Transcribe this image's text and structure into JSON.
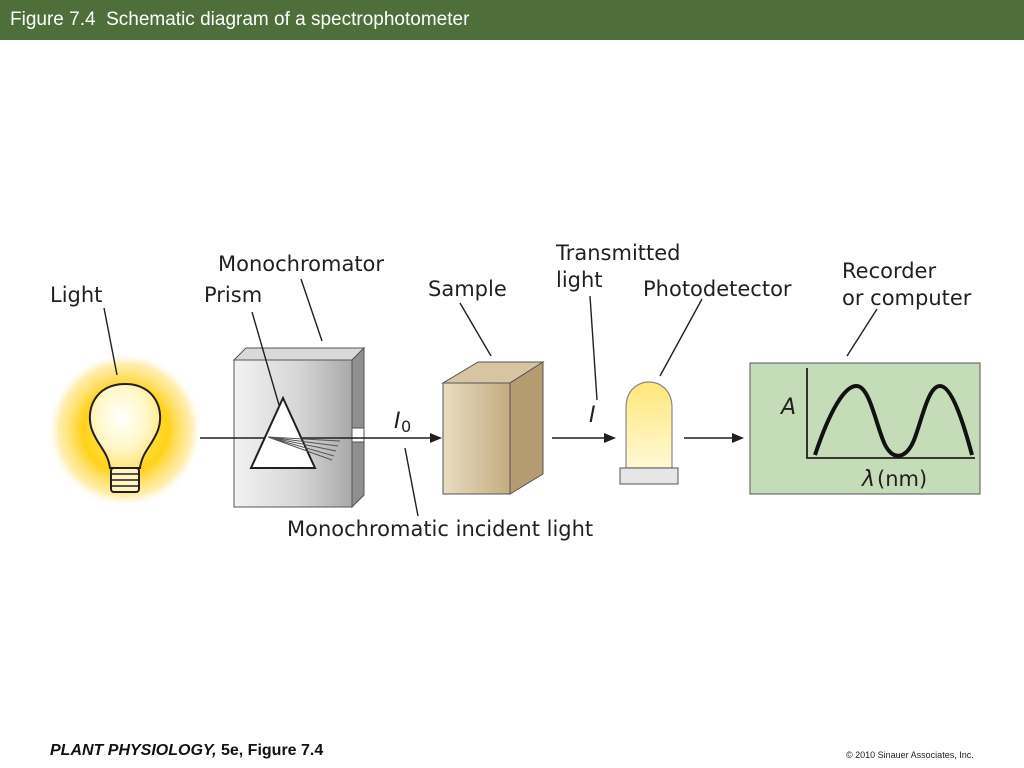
{
  "header": {
    "title": "Figure 7.4  Schematic diagram of a spectrophotometer"
  },
  "diagram": {
    "labels": {
      "light": "Light",
      "monochromator": "Monochromator",
      "prism": "Prism",
      "sample": "Sample",
      "transmitted_line1": "Transmitted",
      "transmitted_line2": "light",
      "photodetector": "Photodetector",
      "recorder_line1": "Recorder",
      "recorder_line2": "or computer",
      "incident_light": "Monochromatic incident light",
      "i0_symbol": "I",
      "i0_subscript": "0",
      "i_symbol": "I",
      "graph_y_axis": "A",
      "graph_x_lambda": "λ",
      "graph_x_unit": "(nm)"
    },
    "colors": {
      "header_bg": "#4f6f3a",
      "bulb_glow": "#ffd21a",
      "graph_bg": "#c5dcb8",
      "sample_face": "#d6c4a2",
      "detector_bulb": "#ffe680"
    }
  },
  "footer": {
    "book_title": "PLANT PHYSIOLOGY,",
    "edition": " 5e, Figure 7.4",
    "copyright": "© 2010 Sinauer Associates, Inc."
  }
}
